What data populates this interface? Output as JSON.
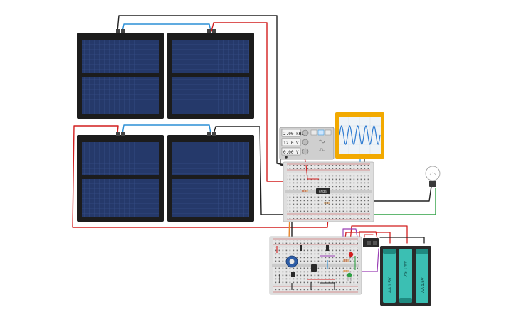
{
  "function_generator": {
    "frequency": "2.00 kHz",
    "amplitude": "12.0 V",
    "offset": "0.00 V"
  },
  "ic_chip": {
    "label": "6N36"
  },
  "battery_pack": {
    "cells": [
      "AA 1.5V",
      "AA 1.5V",
      "AA 1.5V"
    ]
  },
  "colors": {
    "wire_red": "#d21f1f",
    "wire_black": "#222222",
    "wire_blue": "#2b8fd6",
    "wire_green": "#2ea043",
    "wire_orange": "#e8862a",
    "wire_purple": "#9a3fb5",
    "scope_frame": "#f2a900",
    "scope_wave": "#2e7bd1",
    "solar_cell": "#22345e",
    "battery_cell": "#3bbfb3"
  }
}
